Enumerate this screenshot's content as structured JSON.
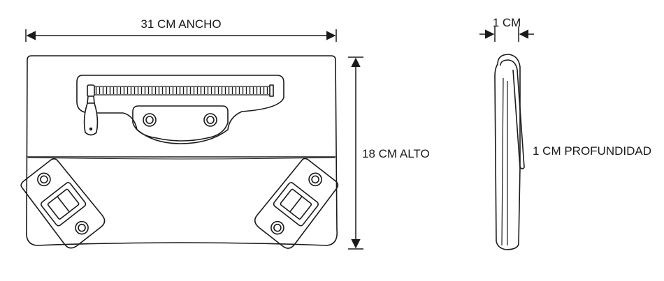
{
  "dimensions": {
    "width_label": "31 CM ANCHO",
    "height_label": "18 CM ALTO",
    "depth_top_label": "1 CM",
    "depth_side_label": "1 CM PROFUNDIDAD"
  }
}
